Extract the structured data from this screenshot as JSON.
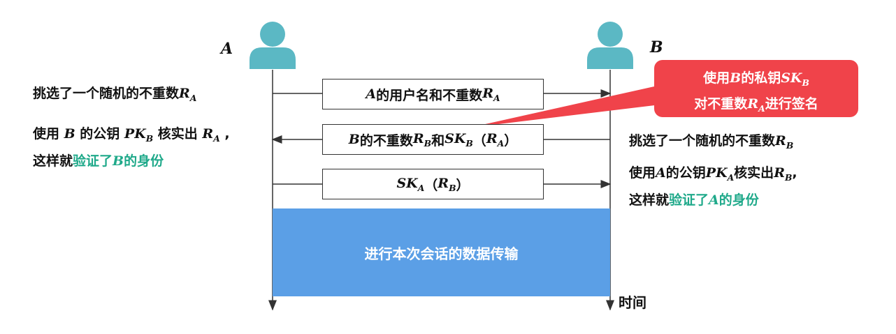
{
  "party_a": "A",
  "party_b": "B",
  "time_label": "时间",
  "left_step1": "挑选了一个随机的不重数R_A",
  "left_step2": "使用 B 的公钥 PK_B 核实出 R_A ，这样就验证了B的身份",
  "right_step1": "挑选了一个随机的不重数R_B",
  "right_step2": "使用A的公钥PK_A核实出R_B，这样就验证了A的身份",
  "msg1": "A的用户名和不重数R_A",
  "msg2": "B的不重数R_B和SK_B（R_A）",
  "msg3": "SK_A（R_B）",
  "callout": "使用B的私钥SK_B对不重数R_A进行签名",
  "transfer": "进行本次会话的数据传输",
  "colors": {
    "person": "#5bb8c4",
    "transfer": "#5b9fe6",
    "callout": "#f0434a",
    "highlight": "#1fa98a"
  }
}
